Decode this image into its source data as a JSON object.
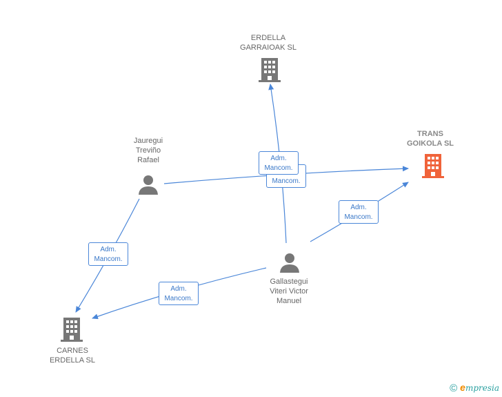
{
  "colors": {
    "edge": "#4a86d8",
    "building": "#777777",
    "building_highlight": "#f0633a",
    "person": "#777777"
  },
  "nodes": {
    "erdella_garraioak": {
      "label": "ERDELLA\nGARRAIOAK SL",
      "icon": "building-icon"
    },
    "trans_goikola": {
      "label": "TRANS\nGOIKOLA SL",
      "icon": "building-icon"
    },
    "jauregui": {
      "label": "Jauregui\nTreviño\nRafael",
      "icon": "person-icon"
    },
    "gallastegui": {
      "label": "Gallastegui\nViteri Victor\nManuel",
      "icon": "person-icon"
    },
    "carnes_erdella": {
      "label": "CARNES\nERDELLA SL",
      "icon": "building-icon"
    }
  },
  "edges": [
    {
      "from": "gallastegui",
      "to": "erdella_garraioak",
      "label": "Adm.\nMancom."
    },
    {
      "from": "gallastegui",
      "to": "trans_goikola",
      "label": "Adm.\nMancom."
    },
    {
      "from": "jauregui",
      "to": "trans_goikola",
      "label": "Adm.\nMancom."
    },
    {
      "from": "jauregui",
      "to": "carnes_erdella",
      "label": "Adm.\nMancom."
    },
    {
      "from": "gallastegui",
      "to": "carnes_erdella",
      "label": "Adm.\nMancom."
    }
  ],
  "brand": {
    "copyright": "©",
    "e": "e",
    "rest": "mpresia"
  }
}
